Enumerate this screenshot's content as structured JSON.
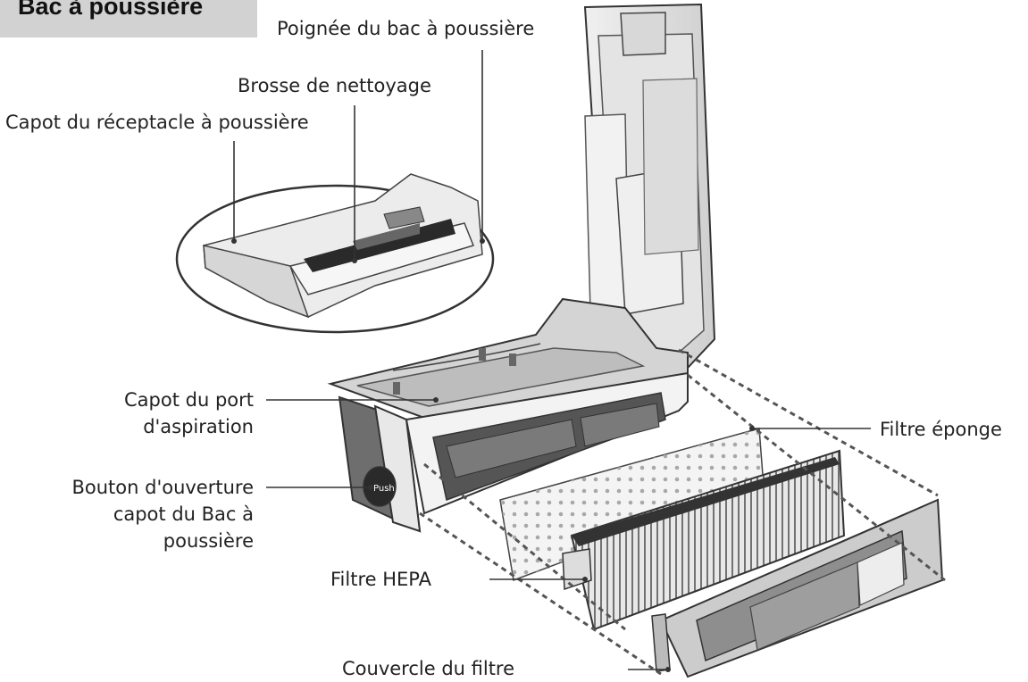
{
  "section_title": "Bac à poussière",
  "labels": {
    "handle": "Poignée du bac à poussière",
    "brush": "Brosse de nettoyage",
    "receptacle_cover": "Capot du réceptacle à poussière",
    "suction_port_cover": "Capot du port d'aspiration",
    "open_button": "Bouton d'ouverture capot du Bac à poussière",
    "sponge_filter": "Filtre éponge",
    "hepa_filter": "Filtre HEPA",
    "filter_cover": "Couvercle du filtre"
  },
  "colors": {
    "header_bg": "#d2d2d2",
    "line": "#333333",
    "part_fill": "#e6e6e6",
    "part_dark": "#9a9a9a"
  }
}
